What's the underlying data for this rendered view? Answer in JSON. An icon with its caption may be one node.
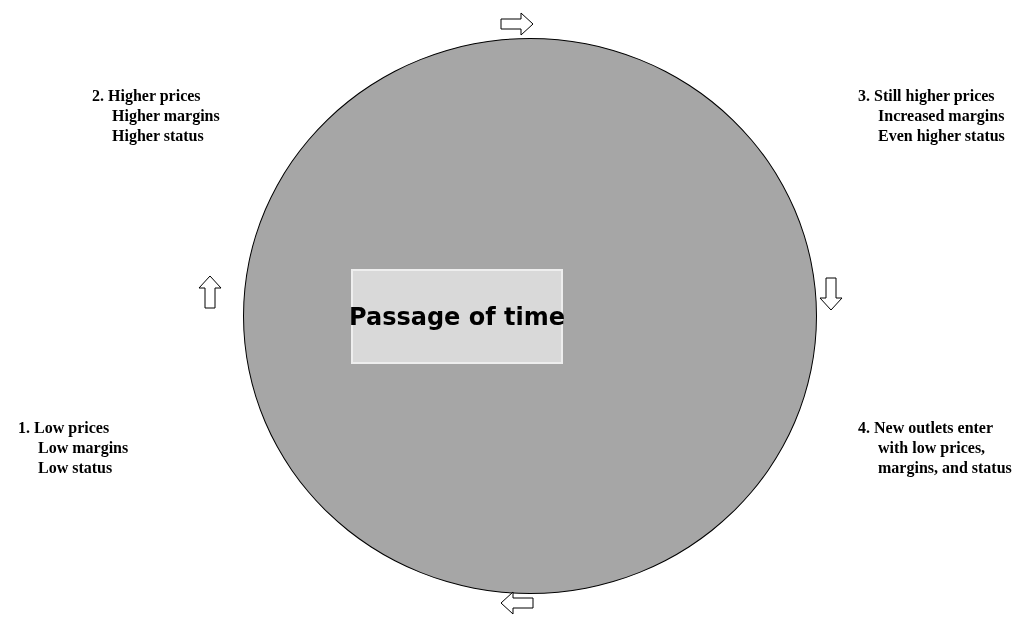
{
  "diagram": {
    "nodes": [
      {
        "text": [],
        "shape": "circle"
      },
      {
        "text": [
          "Passage of time"
        ],
        "in": 0
      },
      {
        "text": [
          "1. Low prices",
          "Low margins",
          "Low status"
        ]
      },
      {
        "text": [
          "2. Higher prices",
          "Higher margins",
          "Higher status"
        ]
      },
      {
        "text": [
          "3. Still higher prices",
          "Increased margins",
          "Even higher status"
        ]
      },
      {
        "text": [
          "4. New outlets enter",
          "with low prices,",
          "margins, and status"
        ]
      }
    ]
  }
}
